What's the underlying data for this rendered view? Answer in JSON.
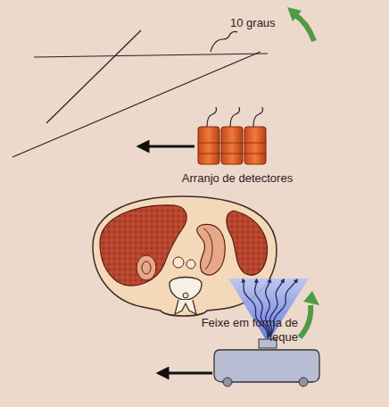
{
  "diagram": {
    "labels": [
      "10 graus",
      "Arranjo de detectores",
      "Feixe em forma de leque"
    ]
  }
}
